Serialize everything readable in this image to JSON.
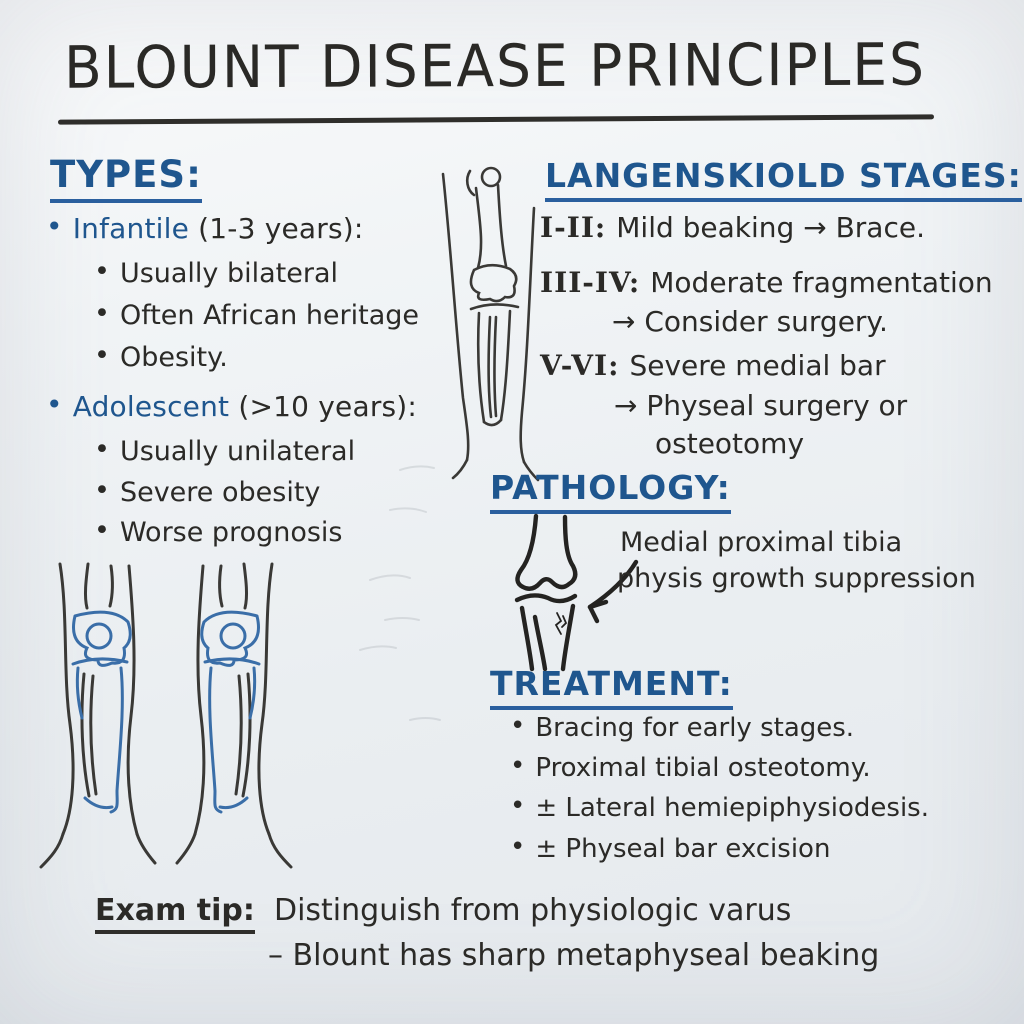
{
  "title": "BLOUNT DISEASE PRINCIPLES",
  "colors": {
    "ink": "#2b2a27",
    "accent_blue": "#1f568e",
    "bone_blue": "#3a6ea8",
    "board": "#eef1f4"
  },
  "glyphs": {
    "bullet": "•"
  },
  "sections": {
    "types": {
      "heading": "TYPES:",
      "items": [
        {
          "label": "Infantile",
          "detail": "(1-3 years):",
          "sub": [
            "Usually bilateral",
            "Often African heritage",
            "Obesity."
          ]
        },
        {
          "label": "Adolescent",
          "detail": "(>10 years):",
          "sub": [
            "Usually unilateral",
            "Severe obesity",
            "Worse prognosis"
          ]
        }
      ]
    },
    "stages": {
      "heading": "LANGENSKIOLD STAGES:",
      "rows": [
        {
          "range": "I-II:",
          "text": "Mild beaking → Brace."
        },
        {
          "range": "III-IV:",
          "text": "Moderate fragmentation",
          "cont": "→ Consider surgery."
        },
        {
          "range": "V-VI:",
          "text": "Severe medial bar",
          "cont": "→ Physeal surgery or",
          "cont2": "osteotomy"
        }
      ]
    },
    "pathology": {
      "heading": "PATHOLOGY:",
      "caption_line1": "Medial proximal tibia",
      "caption_line2": "physis growth suppression"
    },
    "treatment": {
      "heading": "TREATMENT:",
      "items": [
        "Bracing for early stages.",
        "Proximal tibial osteotomy.",
        "± Lateral hemiepiphysiodesis.",
        "± Physeal bar excision"
      ]
    },
    "exam_tip": {
      "label": "Exam tip:",
      "line1": "Distinguish from physiologic varus",
      "line2": "– Blount has sharp metaphyseal beaking"
    }
  },
  "illustrations": [
    "leg-bones-front-view",
    "bilateral-bowed-legs",
    "pathology-proximal-tibia-with-arrow"
  ]
}
